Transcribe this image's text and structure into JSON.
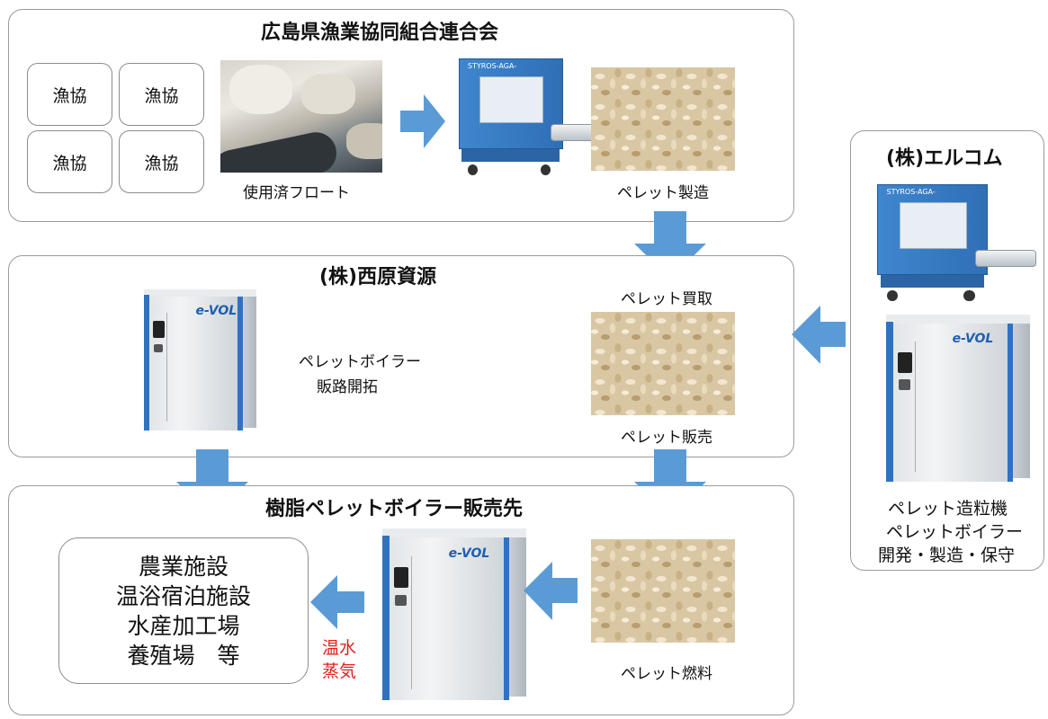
{
  "panels": {
    "top_title": "広島県漁業協同組合連合会",
    "middle_title": "(株)西原資源",
    "bottom_title": "樹脂ペレットボイラー販売先",
    "right_title": "(株)エルコム"
  },
  "fishery_coops": [
    "漁協",
    "漁協",
    "漁協",
    "漁協"
  ],
  "captions": {
    "used_float": "使用済フロート",
    "pellet_manufacture": "ペレット製造",
    "pellet_purchase": "ペレット買取",
    "pellet_sales": "ペレット販売",
    "boiler_sales_dev_1": "ペレットボイラー",
    "boiler_sales_dev_2": "販路開拓",
    "pellet_fuel": "ペレット燃料",
    "hot_water": "温水",
    "steam": "蒸気",
    "right_desc_1": "ペレット造粒機",
    "right_desc_2": "ペレットボイラー",
    "right_desc_3": "開発・製造・保守"
  },
  "destinations": [
    "農業施設",
    "温浴宿泊施設",
    "水産加工場",
    "養殖場　等"
  ],
  "machine_labels": {
    "pelletizer": "STYROS-AGA-",
    "boiler_logo": "e-VOL"
  },
  "colors": {
    "arrow": "#5b9bd5",
    "accent_red": "#e02020",
    "boiler_blue": "#2f73c0",
    "machine_blue": "#3f86cf"
  }
}
